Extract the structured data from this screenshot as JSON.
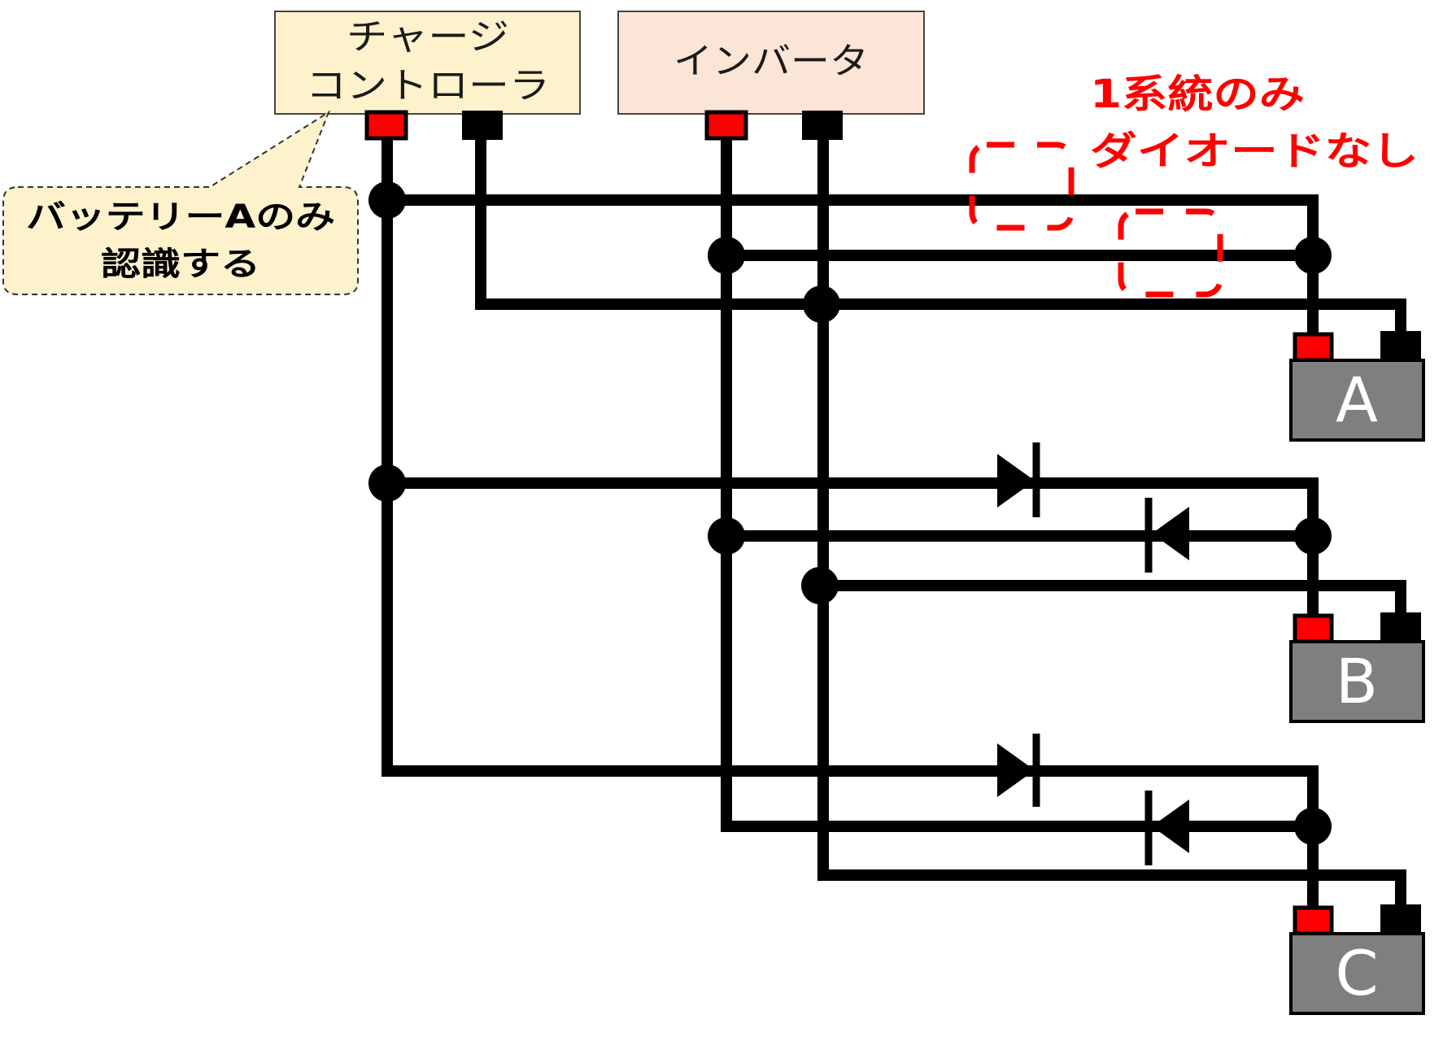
{
  "charge_controller": {
    "label_line1": "チャージ",
    "label_line2": "コントローラ",
    "fill": "#fdf2cc"
  },
  "inverter": {
    "label": "インバータ",
    "fill": "#fbe5d6"
  },
  "callout": {
    "line1": "バッテリーAのみ",
    "line2": "認識する",
    "fill": "#fdf2cc"
  },
  "note": {
    "line1": "1系統のみ",
    "line2": "ダイオードなし",
    "color": "#ff0000"
  },
  "batteries": [
    {
      "label": "A"
    },
    {
      "label": "B"
    },
    {
      "label": "C"
    }
  ],
  "colors": {
    "wire": "#000000",
    "positive_terminal": "#ff0000",
    "negative_terminal": "#000000",
    "battery_body": "#7f7f7f"
  }
}
